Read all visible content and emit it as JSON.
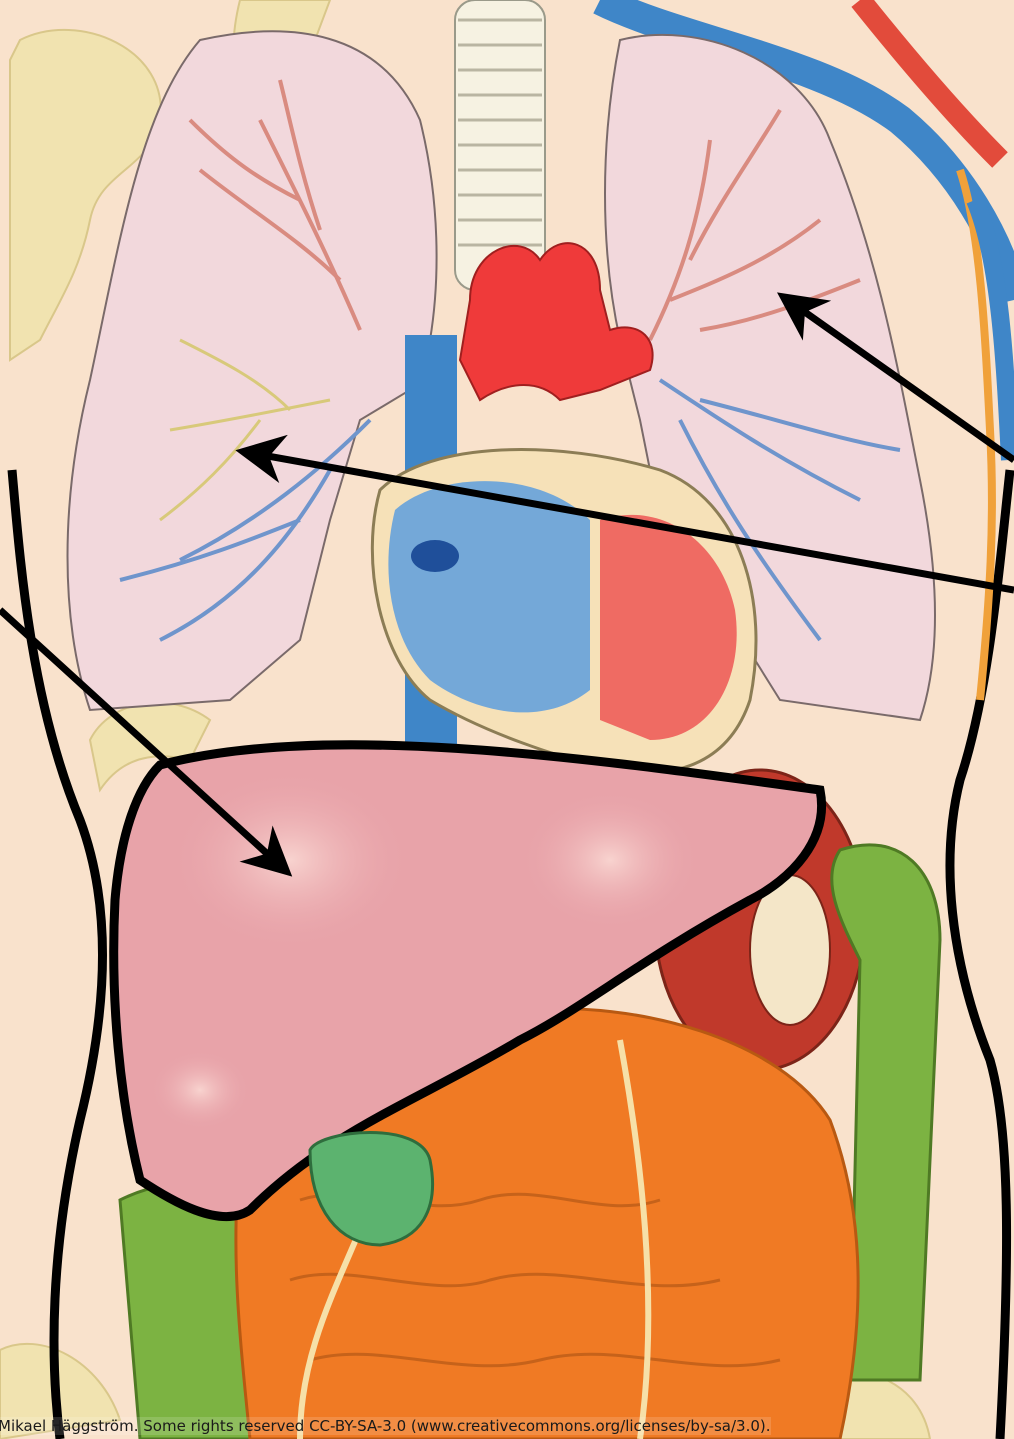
{
  "credit": "Mikael Häggström.  Some rights reserved CC-BY-SA-3.0 (www.creativecommons.org/licenses/by-sa/3.0).",
  "palette": {
    "skin": "#f9e2cc",
    "lung_fill": "#f2d8dc",
    "artery": "#ef3a3a",
    "vein": "#3f86c8",
    "liver": "#e8a3a9",
    "gallbladder": "#5cb36f",
    "small_intestine": "#f07a24",
    "large_intestine": "#7cb342",
    "kidney": "#c0392b",
    "bone": "#f1e3b0",
    "trachea": "#f6f2e2",
    "outline": "#000000"
  },
  "pointer_arrows": [
    {
      "from": "right-edge",
      "points_to": "left-lung-bronchi"
    },
    {
      "from": "right-edge",
      "points_to": "right-lung-branches"
    },
    {
      "from": "left-edge",
      "points_to": "liver"
    }
  ]
}
